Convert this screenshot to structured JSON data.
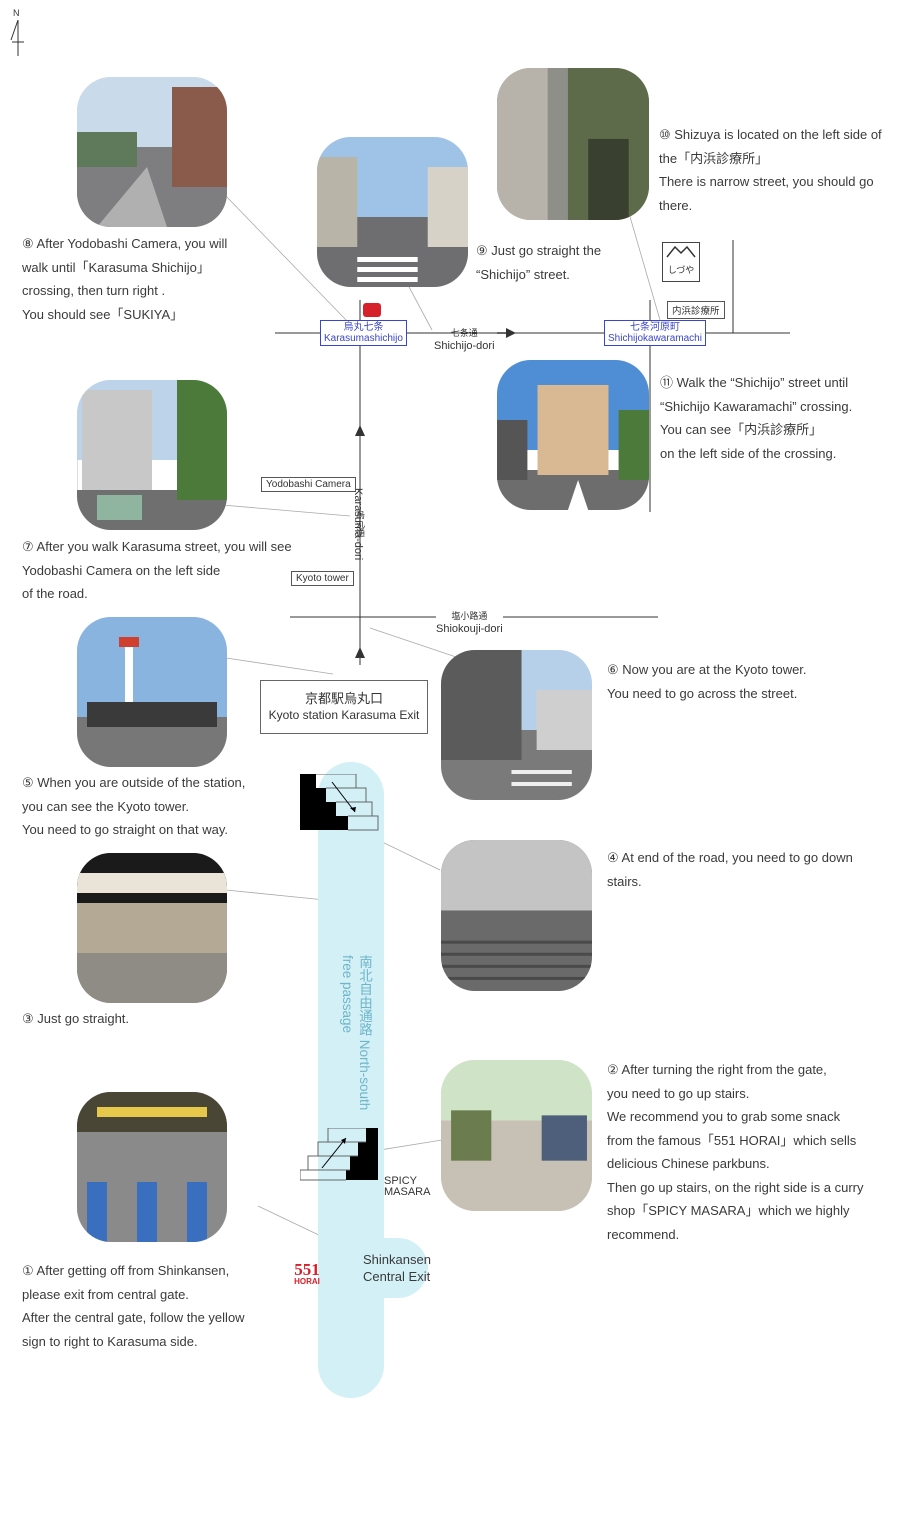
{
  "compass": {
    "label": "N"
  },
  "steps": {
    "s1": "① After getting off from Shinkansen,\nplease exit from central gate.\nAfter the central gate, follow the yellow\nsign to right to Karasuma side.",
    "s2": "② After turning the right from the gate,\nyou need to go up stairs.\nWe recommend you to grab some snack\nfrom the famous「551 HORAI」which sells\ndelicious Chinese parkbuns.\nThen go up stairs, on the right side is a curry\nshop「SPICY MASARA」which we highly\nrecommend.",
    "s3": "③ Just go straight.",
    "s4": "④ At end of the road, you need to go down\nstairs.",
    "s5": "⑤ When you are outside of the station,\nyou can see the Kyoto tower.\nYou need to go straight on that way.",
    "s6": "⑥ Now you are at the Kyoto tower.\nYou need to go across the street.",
    "s7": "⑦ After you walk Karasuma street, you will see\nYodobashi Camera on the left side\nof the road.",
    "s8": "⑧ After Yodobashi Camera, you will\nwalk until「Karasuma Shichijo」\ncrossing, then turn right .\nYou should see「SUKIYA」",
    "s9": "⑨ Just go straight the\n“Shichijo” street.",
    "s10": "⑩ Shizuya is located on the left side of\nthe「内浜診療所」\nThere is narrow street, you should go\nthere.",
    "s11": "⑪ Walk the “Shichijo” street until\n“Shichijo Kawaramachi” crossing.\nYou can see「内浜診療所」\non the left side of the crossing."
  },
  "map": {
    "passage_jp": "南北自由通路",
    "passage_en": "North-south free passage",
    "shinkansen_exit": "Shinkansen\nCentral Exit",
    "horai_logo": "551",
    "horai_sub": "HORAI",
    "spicy": "SPICY\nMASARA",
    "exit_jp": "京都駅烏丸口",
    "exit_en": "Kyoto station Karasuma Exit",
    "shiokouji_jp": "塩小路通",
    "shiokouji_en": "Shiokouji-dori",
    "karasuma_jp": "烏丸通",
    "karasuma_en": "Karasuma-dori",
    "kyoto_tower": "Kyoto tower",
    "yodobashi": "Yodobashi Camera",
    "shichijo_jp": "七条通",
    "shichijo_en": "Shichijo-dori",
    "karasuma_shichijo_jp": "烏丸七条",
    "karasuma_shichijo_en": "Karasumashichijo",
    "kawaramachi_jp": "七条河原町",
    "kawaramachi_en": "Shichijokawaramachi",
    "clinic": "内浜診療所",
    "shizuya": "しづや"
  },
  "colors": {
    "passage": "#d3f0f7",
    "station_blue": "#3a46c9",
    "horai_red": "#d6202a"
  }
}
